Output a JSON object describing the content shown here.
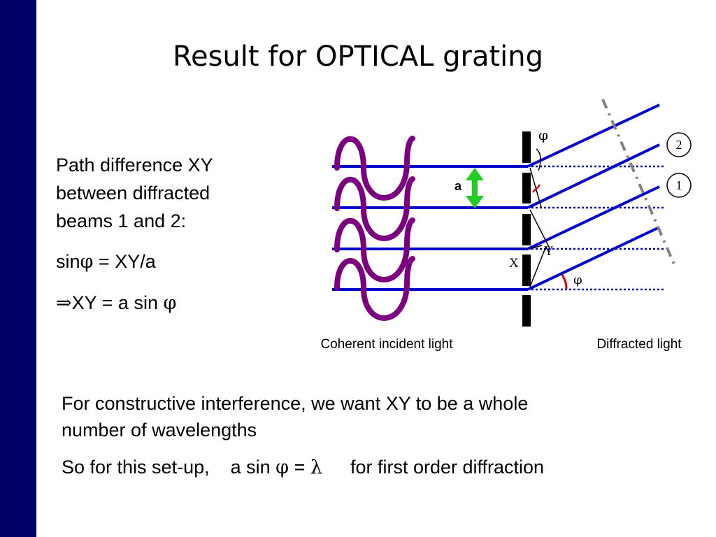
{
  "slide": {
    "title": "Result for OPTICAL grating"
  },
  "left_text": {
    "line1": "Path difference XY",
    "line2": "between diffracted",
    "line3": "beams 1 and 2:",
    "eq1_prefix": "sin",
    "eq1_phi": "φ",
    "eq1_suffix": " = XY/a",
    "eq2_arrow": "⇒",
    "eq2_text": "XY = a sin ",
    "eq2_phi": "φ"
  },
  "diagram": {
    "label_a": "a",
    "label_phi_top": "φ",
    "label_phi_bottom": "φ",
    "label_x": "X",
    "label_y": "Y",
    "beam_2": "2",
    "beam_1": "1",
    "caption_incident": "Coherent incident light",
    "caption_diffracted": "Diffracted light",
    "colors": {
      "beam": "#0000cc",
      "wave": "#7a0080",
      "arrow": "#22cc22",
      "angle": "#dd0000",
      "wavefront": "#808080",
      "grating": "#000000"
    }
  },
  "bottom_text": {
    "line1": "For constructive interference, we want XY to be a whole",
    "line2": "number of wavelengths",
    "line3_a": "So for this set-up,",
    "line3_b": "a sin ",
    "line3_phi": "φ",
    "line3_eq": " = ",
    "line3_lambda": "λ",
    "line3_c": "for first order diffraction"
  }
}
